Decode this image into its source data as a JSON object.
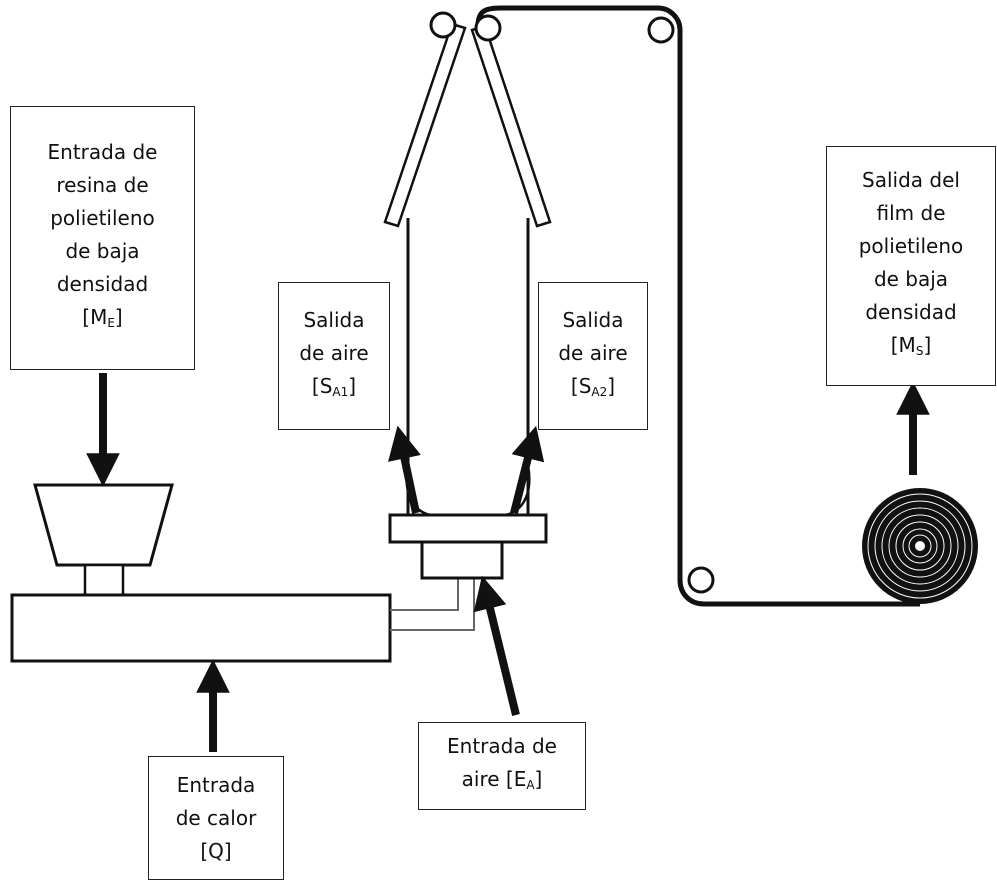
{
  "labels": {
    "resin_input": {
      "lines": [
        "Entrada de",
        "resina de",
        "polietileno",
        "de baja",
        "densidad"
      ],
      "symbol_main": "M",
      "symbol_sub": "E"
    },
    "air_out_1": {
      "lines": [
        "Salida",
        "de aire"
      ],
      "symbol_main": "S",
      "symbol_sub": "A1"
    },
    "air_out_2": {
      "lines": [
        "Salida",
        "de aire"
      ],
      "symbol_main": "S",
      "symbol_sub": "A2"
    },
    "film_output": {
      "lines": [
        "Salida del",
        "film de",
        "polietileno",
        "de baja",
        "densidad"
      ],
      "symbol_main": "M",
      "symbol_sub": "S"
    },
    "air_input": {
      "lines": [
        "Entrada de",
        "aire ["
      ],
      "symbol_main": "E",
      "symbol_sub": "A"
    },
    "heat_input": {
      "lines": [
        "Entrada",
        "de calor"
      ],
      "symbol": "[Q]"
    }
  },
  "colors": {
    "stroke": "#111111",
    "background": "#ffffff"
  }
}
